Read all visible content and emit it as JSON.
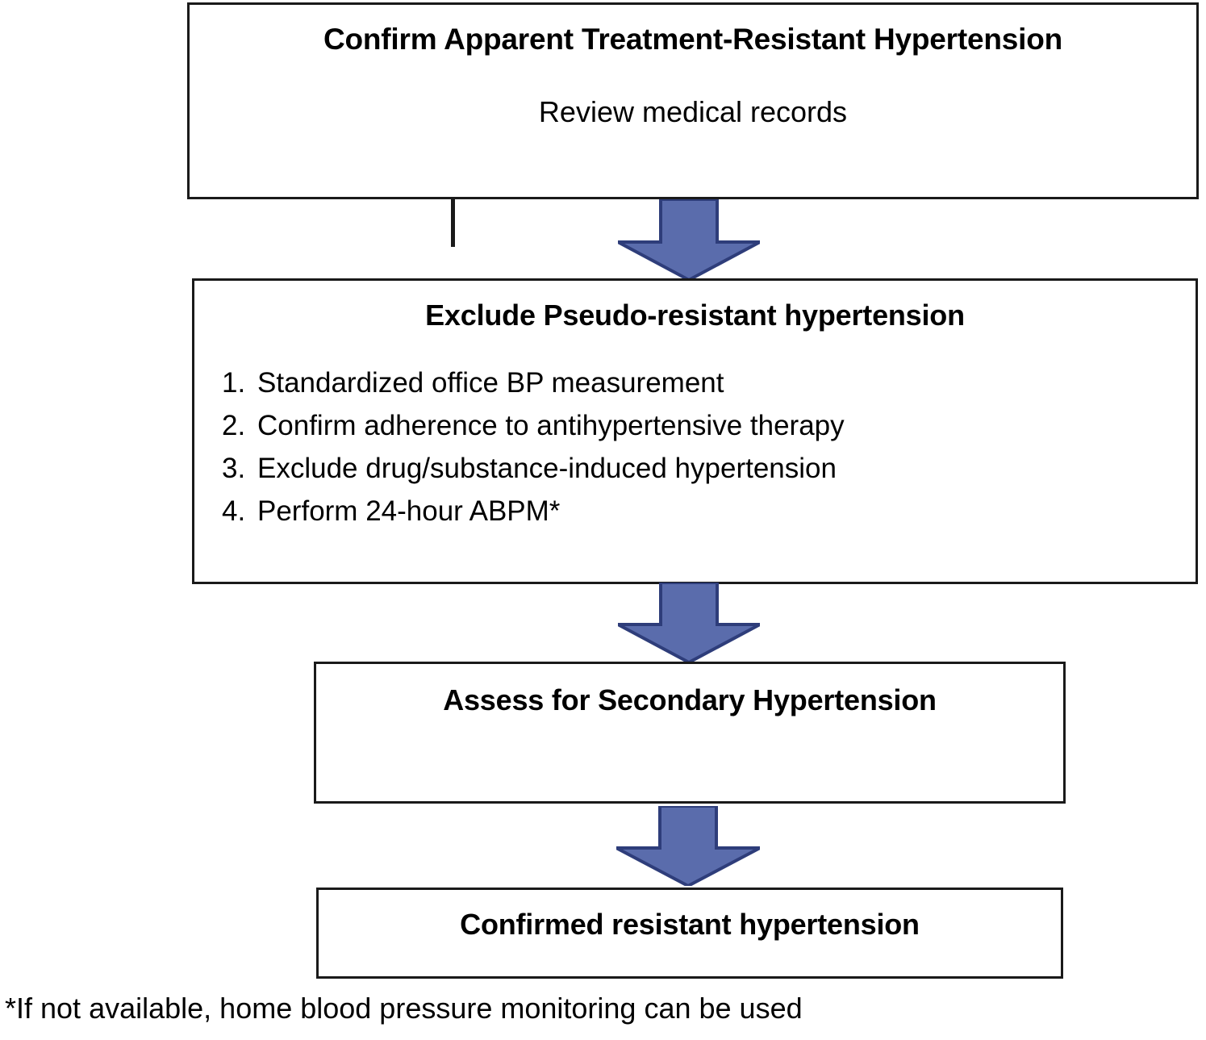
{
  "figure": {
    "type": "flowchart",
    "orientation": "top-to-bottom",
    "background_color": "#ffffff",
    "box_border_color": "#1a1a1a",
    "arrow_fill_color": "#5a6cac",
    "arrow_outline_color": "#2e3d7a"
  },
  "nodes": [
    {
      "id": "confirm-atrh",
      "title": "Confirm Apparent Treatment-Resistant Hypertension",
      "subtitle": "Review medical records"
    },
    {
      "id": "exclude-pseudo",
      "title": "Exclude Pseudo-resistant hypertension",
      "items": [
        {
          "num": "1.",
          "text": "Standardized office BP measurement"
        },
        {
          "num": "2.",
          "text": "Confirm adherence to antihypertensive therapy"
        },
        {
          "num": "3.",
          "text": "Exclude drug/substance-induced hypertension"
        },
        {
          "num": "4.",
          "text": "Perform 24-hour ABPM*"
        }
      ]
    },
    {
      "id": "assess-secondary",
      "title": "Assess for Secondary Hypertension"
    },
    {
      "id": "confirmed-rh",
      "title": "Confirmed resistant hypertension"
    }
  ],
  "connectors": [
    {
      "id": "arrow-1",
      "from": "confirm-atrh",
      "to": "exclude-pseudo",
      "shape": "down-block-arrow"
    },
    {
      "id": "arrow-2",
      "from": "exclude-pseudo",
      "to": "assess-secondary",
      "shape": "down-block-arrow"
    },
    {
      "id": "arrow-3",
      "from": "assess-secondary",
      "to": "confirmed-rh",
      "shape": "down-block-arrow"
    }
  ],
  "footnote": "*If not available, home blood pressure monitoring can be used"
}
